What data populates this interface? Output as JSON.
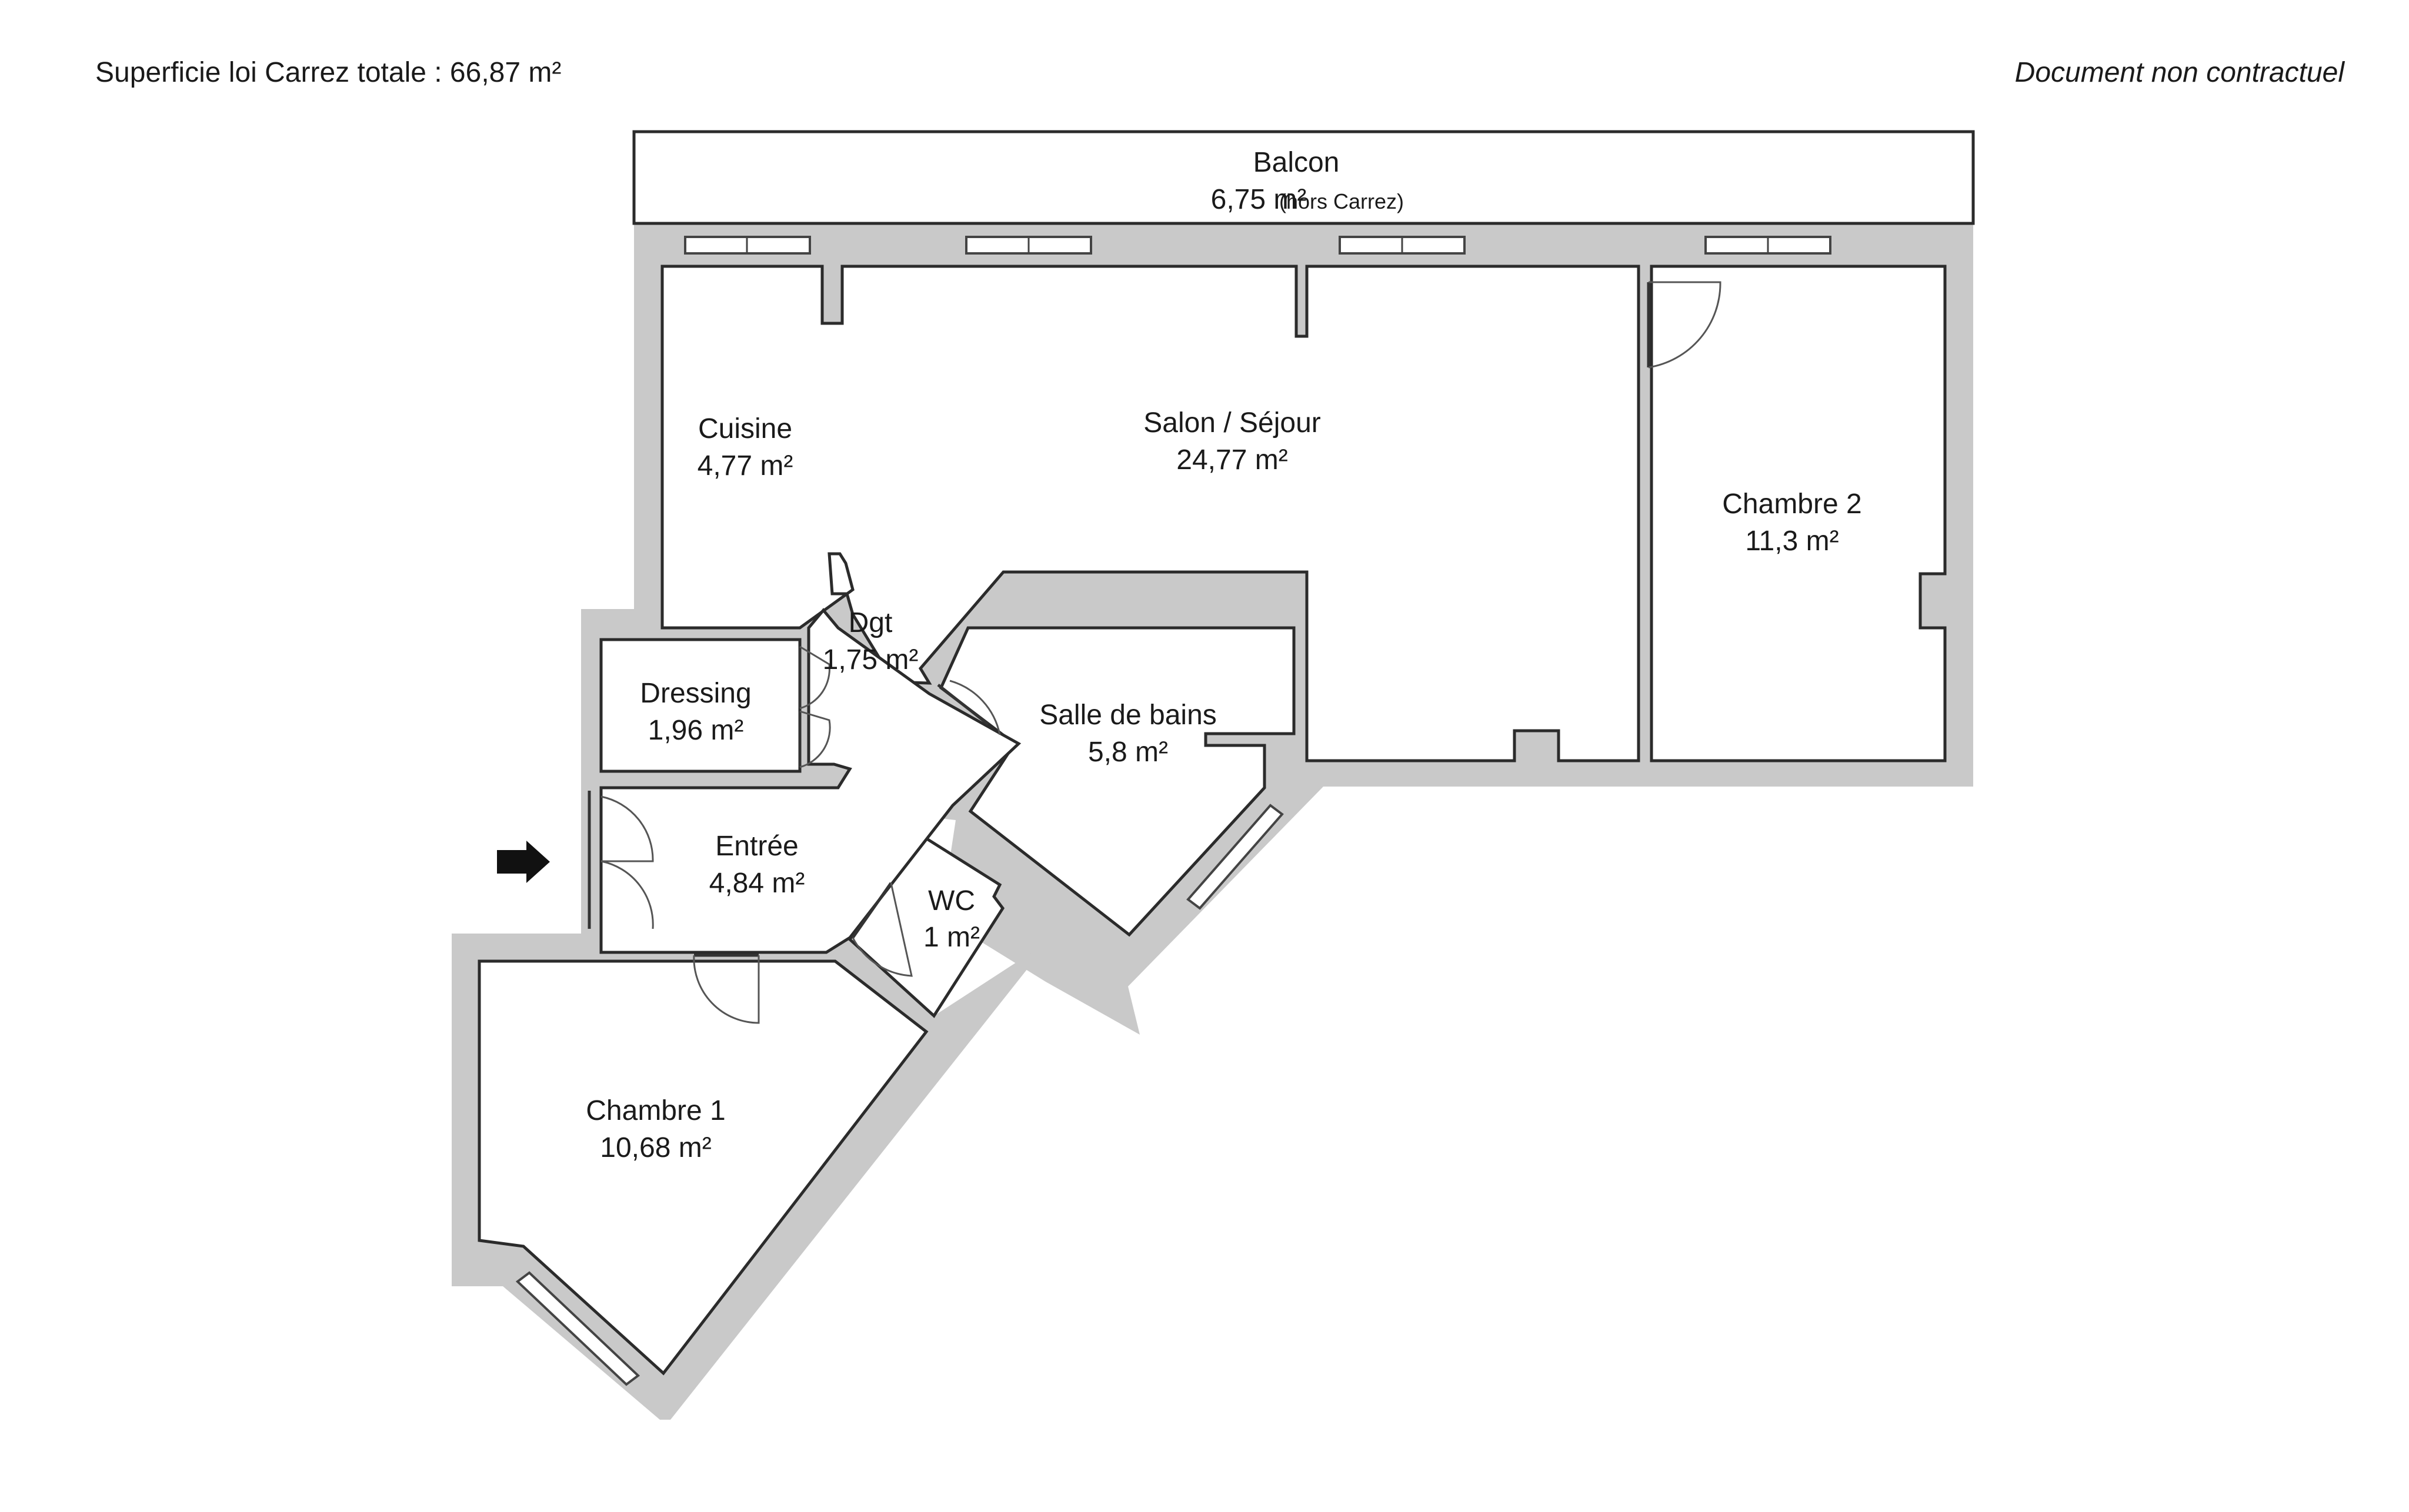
{
  "header": {
    "total_area": "Superficie loi Carrez totale : 66,87 m²",
    "disclaimer": "Document non contractuel"
  },
  "rooms": {
    "balcon": {
      "name": "Balcon",
      "area": "6,75 m²",
      "note": "(hors Carrez)"
    },
    "cuisine": {
      "name": "Cuisine",
      "area": "4,77 m²"
    },
    "salon": {
      "name": "Salon / Séjour",
      "area": "24,77 m²"
    },
    "chambre2": {
      "name": "Chambre 2",
      "area": "11,3 m²"
    },
    "dgt": {
      "name": "Dgt",
      "area": "1,75 m²"
    },
    "dressing": {
      "name": "Dressing",
      "area": "1,96 m²"
    },
    "sdb": {
      "name": "Salle de bains",
      "area": "5,8 m²"
    },
    "entree": {
      "name": "Entrée",
      "area": "4,84 m²"
    },
    "wc": {
      "name": "WC",
      "area": "1 m²"
    },
    "chambre1": {
      "name": "Chambre 1",
      "area": "10,68 m²"
    }
  },
  "colors": {
    "wall": "#c9c9c9",
    "line": "#2b2b2b",
    "background": "#ffffff"
  },
  "icons": {
    "entrance": "arrow-right-icon"
  }
}
